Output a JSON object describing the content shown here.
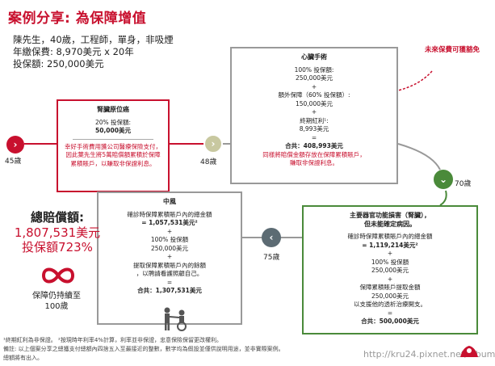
{
  "title": "案例分享: 為保障增值",
  "profile": {
    "line1": "陳先生，40歲，工程師，單身，非吸煙",
    "line2": "年繳保費: 8,970美元 x 20年",
    "line3": "投保額: 250,000美元"
  },
  "waiver_note": "未來保費可獲豁免",
  "heart": {
    "header": "心臟手術",
    "l1": "100% 投保額:",
    "l2": "250,000美元",
    "plus1": "+",
    "l3": "額外保障（60% 投保額）:",
    "l4": "150,000美元",
    "plus2": "+",
    "l5": "終期紅利¹:",
    "l6": "8,993美元",
    "eq": "=",
    "total": "合共：408,993美元",
    "red1": "同樣將賠償金額存放在保障累積賬戶，",
    "red2": "賺取非保證利息。"
  },
  "kidney": {
    "header": "腎臟原位癌",
    "l1": "20% 投保額:",
    "l2": "50,000美元",
    "red1": "幸好手術費用獲公司醫療保險支付，",
    "red2": "因此葉先生將5萬賠償額累積於保障",
    "red3": "累積賬戶，以賺取非保證利息。"
  },
  "stroke": {
    "header": "中風",
    "l1": "確診時保障累積賬戶內的總金額",
    "l2": "= 1,057,531美元²",
    "plus1": "+",
    "l3": "100% 投保額",
    "l4": "250,000美元",
    "plus2": "+",
    "l5": "提取保障累積賬戶內的餘額",
    "l6": "，以聘請看護照顧自己。",
    "eq": "=",
    "total": "合共：1,307,531美元"
  },
  "organ": {
    "header1": "主要器官功能損害（腎臟），",
    "header2": "但未能確定病因。",
    "l1": "確診時保障累積賬戶內的總金額",
    "l2": "= 1,119,214美元²",
    "plus1": "+",
    "l3": "100% 投保額",
    "l4": "250,000美元",
    "plus2": "+",
    "l5": "保障累積賬戶提取金額",
    "l6": "250,000美元",
    "l7": "以支援他的透析治療開支。",
    "eq": "=",
    "total": "合共：500,000美元"
  },
  "ages": {
    "a45": "45歲",
    "a48": "48歲",
    "a70": "70歲",
    "a75": "75歲"
  },
  "total": {
    "label": "總賠償額:",
    "amount": "1,807,531美元",
    "ratio": "投保額723%"
  },
  "infinity_label1": "保障仍持續至",
  "infinity_label2": "100歲",
  "footnote1": "¹終期紅利為非保證。 ²按現時年利率4%計算，利率並非保證，忠意保險保留更改權利。",
  "footnote2": "備註: 以上個案分享之總獲支付總額內四捨五入至最接近的整數，數字均為假設並僅供說明用途，並非實際案例。",
  "footnote3": "總額將有出入。",
  "watermark": "http://kru24.pixnet.net/album",
  "colors": {
    "brand_red": "#c8102e",
    "accent_green": "#4a8a3a",
    "neutral_gray": "#999999",
    "circle_gray": "#5c6b73"
  }
}
